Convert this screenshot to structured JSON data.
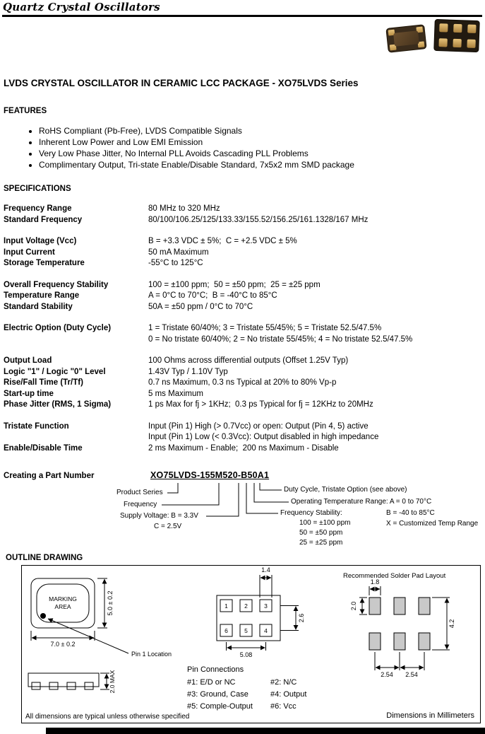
{
  "header": {
    "brand": "Quartz Crystal Oscillators"
  },
  "title": "LVDS CRYSTAL OSCILLATOR IN CERAMIC LCC PACKAGE - XO75LVDS Series",
  "features": {
    "heading": "FEATURES",
    "items": [
      "RoHS Compliant (Pb-Free), LVDS Compatible Signals",
      "Inherent Low Power and Low EMI Emission",
      "Very Low Phase Jitter, No Internal PLL Avoids Cascading PLL Problems",
      "Complimentary Output, Tri-state Enable/Disable Standard, 7x5x2 mm SMD package"
    ]
  },
  "specs": {
    "heading": "SPECIFICATIONS",
    "groups": [
      {
        "rows": [
          {
            "label": "Frequency Range",
            "value": "80 MHz to 320 MHz"
          },
          {
            "label": "Standard Frequency",
            "value": "80/100/106.25/125/133.33/155.52/156.25/161.1328/167 MHz"
          }
        ]
      },
      {
        "rows": [
          {
            "label": "Input Voltage (Vcc)",
            "value": "B = +3.3 VDC ± 5%;  C = +2.5 VDC ± 5%"
          },
          {
            "label": "Input Current",
            "value": "50 mA Maximum"
          },
          {
            "label": "Storage Temperature",
            "value": "-55°C to 125°C"
          }
        ]
      },
      {
        "rows": [
          {
            "label": "Overall Frequency Stability",
            "value": "100 = ±100 ppm;  50 = ±50 ppm;  25 = ±25 ppm"
          },
          {
            "label": "Temperature Range",
            "value": "A = 0°C to 70°C;  B = -40°C to 85°C"
          },
          {
            "label": "Standard Stability",
            "value": "50A = ±50 ppm / 0°C to 70°C"
          }
        ]
      },
      {
        "rows": [
          {
            "label": "Electric Option (Duty Cycle)",
            "value": "1 = Tristate 60/40%; 3 = Tristate 55/45%; 5 = Tristate 52.5/47.5%"
          },
          {
            "label": "",
            "value": "0 = No tristate 60/40%; 2 = No tristate 55/45%; 4 = No tristate 52.5/47.5%"
          }
        ]
      },
      {
        "rows": [
          {
            "label": "Output Load",
            "value": "100 Ohms across differential outputs (Offset 1.25V Typ)"
          },
          {
            "label": "Logic \"1\" / Logic \"0\" Level",
            "value": "1.43V Typ / 1.10V Typ"
          },
          {
            "label": "Rise/Fall Time (Tr/Tf)",
            "value": "0.7 ns Maximum, 0.3 ns Typical at 20% to 80% Vp-p"
          },
          {
            "label": "Start-up time",
            "value": "5 ms Maximum"
          },
          {
            "label": "Phase Jitter (RMS, 1 Sigma)",
            "value": "1 ps Max for fj > 1KHz;  0.3 ps Typical for fj = 12KHz to 20MHz"
          }
        ]
      },
      {
        "rows": [
          {
            "label": "Tristate Function",
            "value": "Input (Pin 1) High (> 0.7Vcc) or open: Output (Pin 4, 5) active"
          },
          {
            "label": "",
            "value": "Input (Pin 1) Low (< 0.3Vcc): Output disabled in high impedance"
          },
          {
            "label": "Enable/Disable Time",
            "value": "2 ms Maximum - Enable;  200 ns Maximum - Disable"
          }
        ]
      }
    ]
  },
  "part_number": {
    "heading": "Creating a Part Number",
    "example": "XO75LVDS-155M520-B50A1",
    "callouts": {
      "product_series": "Product Series",
      "frequency": "Frequency",
      "supply_voltage": "Supply Voltage: B = 3.3V",
      "supply_voltage_c": "C = 2.5V",
      "duty_cycle": "Duty Cycle, Tristate Option (see above)",
      "temp_range": "Operating Temperature Range: A = 0 to 70°C",
      "temp_range_b": "B = -40 to 85°C",
      "temp_range_x": "X = Customized Temp Range",
      "stability": "Frequency Stability:",
      "stability_100": "100 = ±100 ppm",
      "stability_50": "50 = ±50 ppm",
      "stability_25": "25 = ±25 ppm"
    }
  },
  "outline": {
    "heading": "OUTLINE DRAWING",
    "marking_line1": "MARKING",
    "marking_line2": "AREA",
    "dim_height": "5.0 ± 0.2",
    "dim_width": "7.0 ± 0.2",
    "pin1_label": "Pin 1 Location",
    "dim_pad_w": "1.4",
    "dim_row_pitch": "2.6",
    "dim_pad_span": "5.08",
    "pins_top": [
      "1",
      "2",
      "3"
    ],
    "pins_bottom": [
      "6",
      "5",
      "4"
    ],
    "solder_title": "Recommended Solder Pad Layout",
    "dim_s_pad_w": "1.8",
    "dim_s_pad_h": "2.0",
    "dim_s_height": "4.2",
    "dim_s_pitch_left": "2.54",
    "dim_s_pitch_right": "2.54",
    "dim_side_height": "2.0 MAX",
    "pin_connections": {
      "heading": "Pin Connections",
      "rows": [
        [
          "#1: E/D or NC",
          "#2: N/C"
        ],
        [
          "#3: Ground, Case",
          "#4: Output"
        ],
        [
          "#5: Comple-Output",
          "#6: Vcc"
        ]
      ]
    },
    "footnote": "All dimensions are typical unless otherwise specified",
    "units": "Dimensions in Millimeters"
  }
}
